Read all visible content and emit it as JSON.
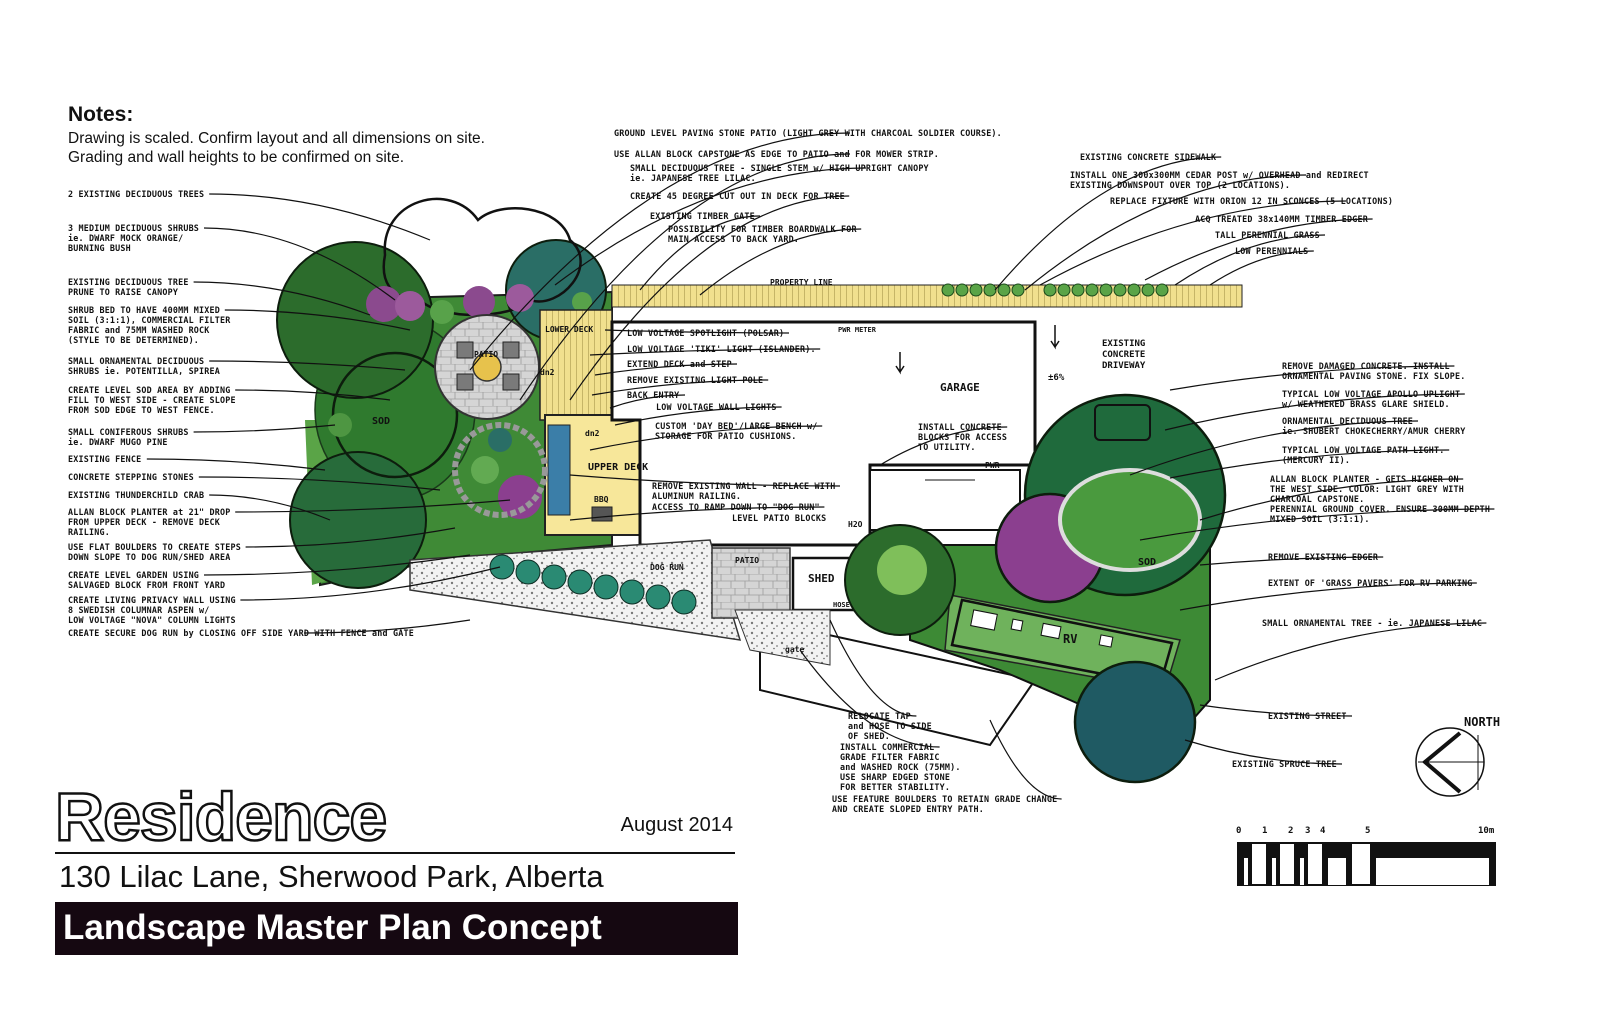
{
  "notes": {
    "title": "Notes:",
    "lines": [
      "Drawing is scaled. Confirm layout and all dimensions on site.",
      "Grading and wall heights to be confirmed on site."
    ]
  },
  "title_block": {
    "residence": "Residence",
    "date": "August 2014",
    "address": "130 Lilac Lane, Sherwood Park, Alberta",
    "plan_name": "Landscape Master Plan Concept"
  },
  "plan_labels": {
    "patio": "PATIO",
    "lower_deck": "LOWER DECK",
    "upper_deck": "UPPER DECK",
    "garage": "GARAGE",
    "existing_driveway": [
      "EXISTING",
      "CONCRETE",
      "DRIVEWAY"
    ],
    "shed": "SHED",
    "dog_run": "DOG RUN",
    "patio_small": "PATIO",
    "rv": "RV",
    "property_line": "PROPERTY LINE",
    "sod_1": "SOD",
    "sod_2": "SOD",
    "pwr_meter": "PWR METER",
    "pwr": "PWR",
    "h2o": "H2O",
    "bbq": "BBQ",
    "dn2_a": "dn2",
    "dn2_b": "dn2",
    "gate": "gate",
    "hose": "HOSE",
    "slope": "±6%",
    "north": "NORTH"
  },
  "left_annotations": [
    [
      "2 EXISTING DECIDUOUS TREES"
    ],
    [
      "3 MEDIUM DECIDUOUS SHRUBS",
      "ie. DWARF MOCK ORANGE/",
      "BURNING BUSH"
    ],
    [
      "EXISTING DECIDUOUS TREE",
      "PRUNE TO RAISE CANOPY"
    ],
    [
      "SHRUB BED TO HAVE 400MM MIXED",
      "SOIL (3:1:1), COMMERCIAL FILTER",
      "FABRIC and 75MM WASHED ROCK",
      "(STYLE TO BE DETERMINED)."
    ],
    [
      "SMALL ORNAMENTAL DECIDUOUS",
      "SHRUBS ie. POTENTILLA, SPIREA"
    ],
    [
      "CREATE LEVEL SOD AREA BY ADDING",
      "FILL TO WEST SIDE - CREATE SLOPE",
      "FROM SOD EDGE TO WEST FENCE."
    ],
    [
      "SMALL CONIFEROUS SHRUBS",
      "ie. DWARF MUGO PINE"
    ],
    [
      "EXISTING FENCE"
    ],
    [
      "CONCRETE STEPPING STONES"
    ],
    [
      "EXISTING THUNDERCHILD CRAB"
    ],
    [
      "ALLAN BLOCK PLANTER at 21\" DROP",
      "FROM UPPER DECK - REMOVE DECK",
      "RAILING."
    ],
    [
      "USE FLAT BOULDERS TO CREATE STEPS",
      "DOWN SLOPE TO DOG RUN/SHED AREA"
    ],
    [
      "CREATE LEVEL GARDEN USING",
      "SALVAGED BLOCK FROM FRONT YARD"
    ],
    [
      "CREATE LIVING PRIVACY WALL USING",
      "8 SWEDISH COLUMNAR ASPEN w/",
      "LOW VOLTAGE \"NOVA\" COLUMN LIGHTS"
    ],
    [
      "CREATE SECURE DOG RUN by CLOSING OFF SIDE YARD WITH FENCE and GATE"
    ]
  ],
  "top_annotations": [
    [
      "GROUND LEVEL PAVING STONE PATIO (LIGHT GREY WITH CHARCOAL SOLDIER COURSE)."
    ],
    [
      "USE ALLAN BLOCK CAPSTONE AS EDGE TO PATIO and FOR MOWER STRIP."
    ],
    [
      "SMALL DECIDUOUS TREE - SINGLE STEM w/ HIGH UPRIGHT CANOPY",
      "ie. JAPANESE TREE LILAC."
    ],
    [
      "CREATE 45 DEGREE CUT OUT IN DECK FOR TREE"
    ],
    [
      "EXISTING TIMBER GATE"
    ],
    [
      "POSSIBILITY FOR TIMBER BOARDWALK FOR",
      "MAIN ACCESS TO BACK YARD."
    ]
  ],
  "center_annotations": [
    [
      "LOW VOLTAGE SPOTLIGHT (POLSAR)"
    ],
    [
      "LOW VOLTAGE 'TIKI' LIGHT (ISLANDER)."
    ],
    [
      "EXTEND DECK and STEP"
    ],
    [
      "REMOVE EXISTING LIGHT POLE"
    ],
    [
      "BACK ENTRY"
    ],
    [
      "LOW VOLTAGE WALL LIGHTS"
    ],
    [
      "CUSTOM 'DAY BED'/LARGE BENCH w/",
      "STORAGE FOR PATIO CUSHIONS."
    ],
    [
      "REMOVE EXISTING WALL - REPLACE WITH",
      "ALUMINUM RAILING."
    ],
    [
      "ACCESS TO RAMP DOWN TO \"DOG RUN\""
    ],
    [
      "LEVEL PATIO BLOCKS"
    ],
    [
      "INSTALL CONCRETE",
      "BLOCKS FOR ACCESS",
      "TO UTILITY."
    ]
  ],
  "right_top_annotations": [
    [
      "EXISTING CONCRETE SIDEWALK"
    ],
    [
      "INSTALL ONE 300x300MM CEDAR POST w/ OVERHEAD and REDIRECT",
      "EXISTING DOWNSPOUT OVER TOP (2 LOCATIONS)."
    ],
    [
      "REPLACE FIXTURE WITH ORION 12 IN SCONCES (5 LOCATIONS)"
    ],
    [
      "ACQ TREATED 38x140MM TIMBER EDGER"
    ],
    [
      "TALL PERENNIAL GRASS"
    ],
    [
      "LOW PERENNIALS"
    ]
  ],
  "right_annotations": [
    [
      "REMOVE DAMAGED CONCRETE. INSTALL",
      "ORNAMENTAL PAVING STONE. FIX SLOPE."
    ],
    [
      "TYPICAL LOW VOLTAGE APOLLO UPLIGHT",
      "w/ WEATHERED BRASS GLARE SHIELD."
    ],
    [
      "ORNAMENTAL DECIDUOUS TREE",
      "ie. SHUBERT CHOKECHERRY/AMUR CHERRY"
    ],
    [
      "TYPICAL LOW VOLTAGE PATH LIGHT.",
      "(MERCURY II)."
    ],
    [
      "ALLAN BLOCK PLANTER - GETS HIGHER ON",
      "THE WEST SIDE. COLOR: LIGHT GREY WITH",
      "CHARCOAL CAPSTONE."
    ],
    [
      "PERENNIAL GROUND COVER. ENSURE 300MM DEPTH",
      "MIXED SOIL (3:1:1)."
    ],
    [
      "REMOVE EXISTING EDGER"
    ],
    [
      "EXTENT OF 'GRASS PAVERS' FOR RV PARKING"
    ],
    [
      "SMALL ORNAMENTAL TREE - ie. JAPANESE LILAC"
    ],
    [
      "EXISTING STREET"
    ],
    [
      "EXISTING SPRUCE TREE"
    ]
  ],
  "bottom_annotations": [
    [
      "RELOCATE TAP",
      "and HOSE TO SIDE",
      "OF SHED."
    ],
    [
      "INSTALL COMMERCIAL",
      "GRADE FILTER FABRIC",
      "and WASHED ROCK (75MM).",
      "USE SHARP EDGED STONE",
      "FOR BETTER STABILITY."
    ],
    [
      "USE FEATURE BOULDERS TO RETAIN GRADE CHANGE",
      "AND CREATE SLOPED ENTRY PATH."
    ]
  ],
  "scale_bar": {
    "ticks": [
      "0",
      "1",
      "2",
      "3",
      "4",
      "5",
      "10m"
    ]
  },
  "colors": {
    "lawn": "#3d8a35",
    "lawn_dark": "#2b6a2a",
    "tree_dark": "#1f5a35",
    "tree_teal": "#2a6e66",
    "shrub_purple": "#8b4a8e",
    "deck_yellow": "#f7e79a",
    "paving_grey": "#c9c9c9",
    "title_banner": "#150811"
  }
}
